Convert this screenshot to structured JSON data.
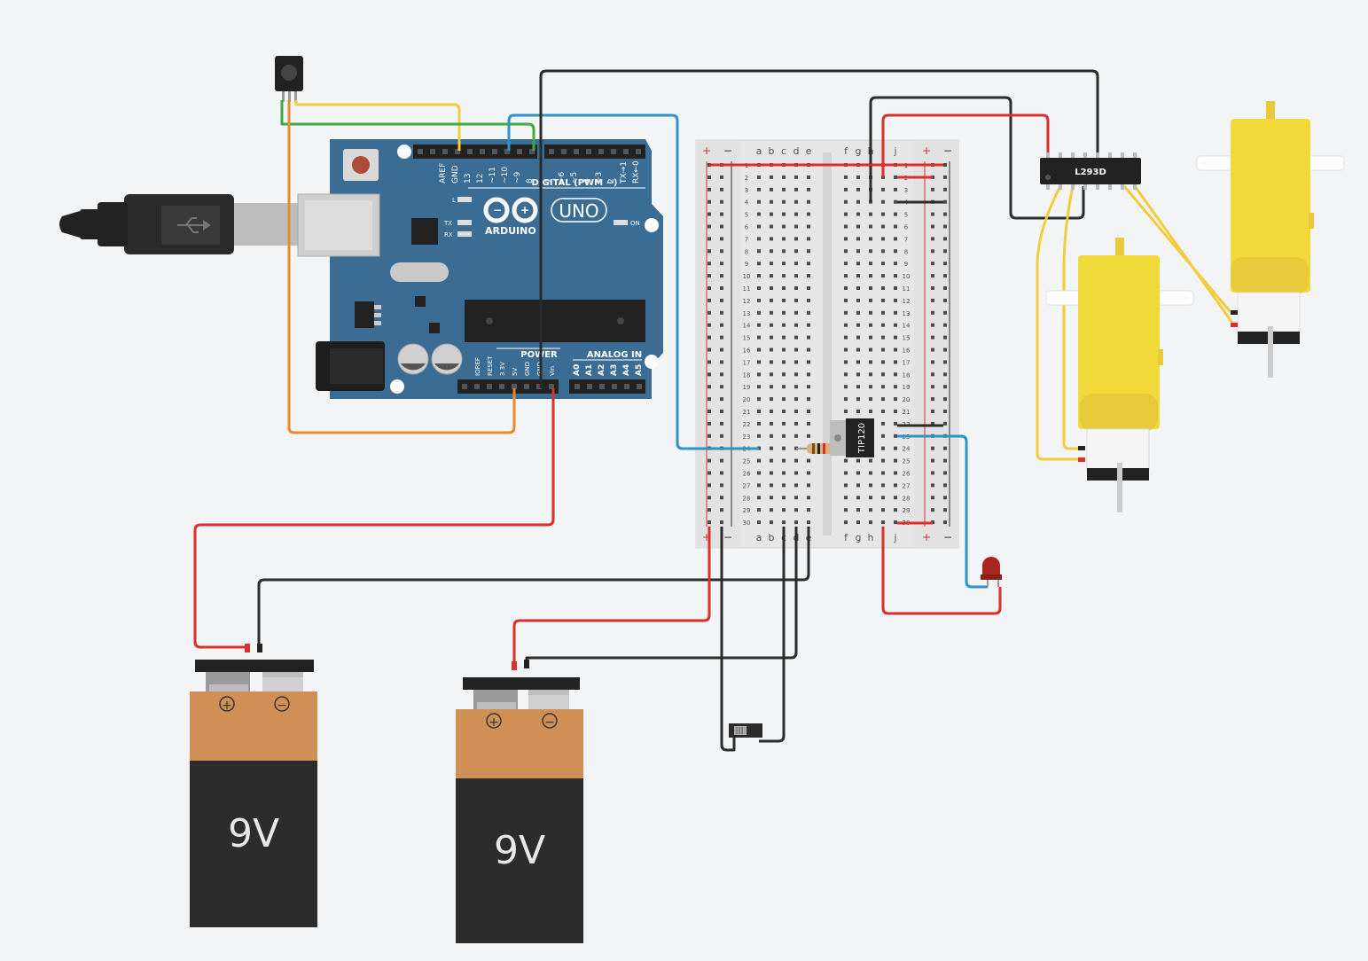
{
  "arduino": {
    "brand": "ARDUINO",
    "model": "UNO",
    "digital_label": "DIGITAL (PWM ~)",
    "power_label": "POWER",
    "analog_label": "ANALOG IN",
    "led_l": "L",
    "led_tx": "TX",
    "led_rx": "RX",
    "led_on": "ON",
    "digital_pins": [
      "AREF",
      "GND",
      "13",
      "12",
      "~11",
      "~10",
      "~9",
      "8",
      "7",
      "~6",
      "~5",
      "4",
      "~3",
      "2",
      "TX→1",
      "RX←0"
    ],
    "power_pins": [
      "IOREF",
      "RESET",
      "3.3V",
      "5V",
      "GND",
      "GND",
      "Vin"
    ],
    "analog_pins": [
      "A0",
      "A1",
      "A2",
      "A3",
      "A4",
      "A5"
    ]
  },
  "breadboard": {
    "col_labels_left": [
      "a",
      "b",
      "c",
      "d",
      "e"
    ],
    "col_labels_right": [
      "f",
      "g",
      "h",
      "i",
      "j"
    ],
    "rail_plus": "+",
    "rail_minus": "−",
    "rows": 30
  },
  "components": {
    "driver_ic": "L293D",
    "transistor": "TIP120"
  },
  "batteries": [
    {
      "voltage": "9V",
      "plus": "+",
      "minus": "−"
    },
    {
      "voltage": "9V",
      "plus": "+",
      "minus": "−"
    }
  ],
  "colors": {
    "background": "#f3f4f5",
    "arduino_board": "#3b6d94",
    "wire_red": "#d9302c",
    "wire_black": "#2b2b2b",
    "wire_blue": "#2e93c9",
    "wire_yellow": "#f0cc3e",
    "wire_green": "#3cab45",
    "wire_orange": "#e8892b",
    "motor_yellow": "#f2d93a",
    "battery_orange": "#cf8f55",
    "battery_black": "#2c2c2c"
  }
}
